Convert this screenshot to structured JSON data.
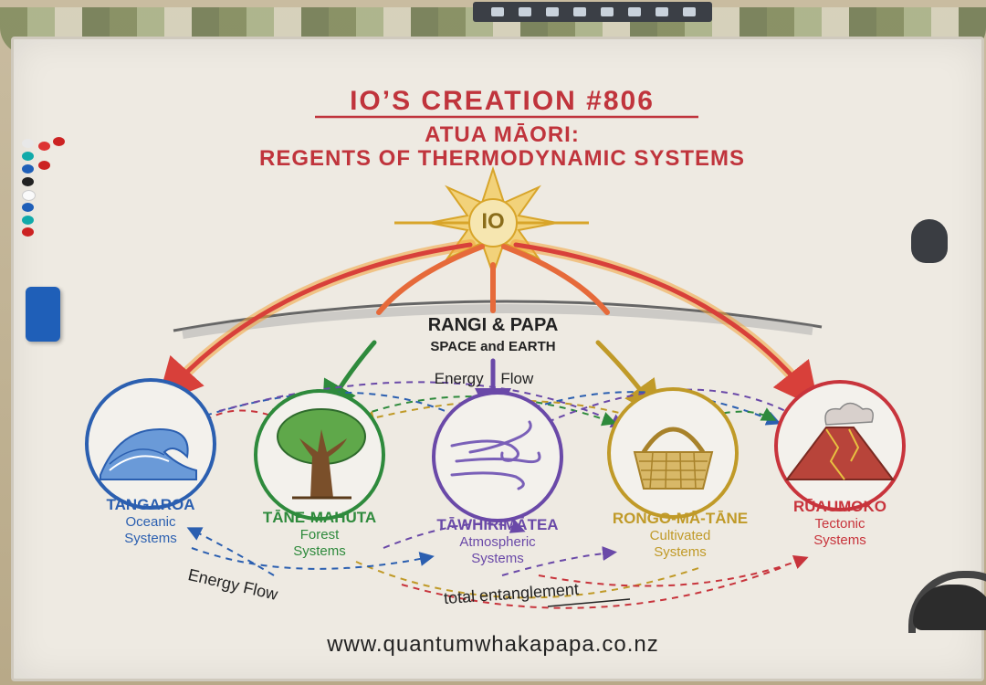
{
  "header": {
    "title": "IO’S CREATION #806",
    "subtitle_line1": "ATUA MĀORI:",
    "subtitle_line2": "REGENTS OF THERMODYNAMIC SYSTEMS"
  },
  "source": {
    "label": "IO"
  },
  "parents": {
    "name": "RANGI & PAPA",
    "description": "SPACE and EARTH"
  },
  "flow_labels": {
    "top": "Energy Flow",
    "bottom_left": "Energy Flow",
    "bottom_center": "total entanglement"
  },
  "nodes": [
    {
      "name": "TANGAROA",
      "line1": "Oceanic",
      "line2": "Systems",
      "icon": "wave-icon",
      "color": "#2b5fb0"
    },
    {
      "name": "TĀNE-MAHUTA",
      "line1": "Forest",
      "line2": "Systems",
      "icon": "tree-icon",
      "color": "#2e8a3c"
    },
    {
      "name": "TĀWHIRIMĀTEA",
      "line1": "Atmospheric",
      "line2": "Systems",
      "icon": "wind-icon",
      "color": "#6a49a8"
    },
    {
      "name": "RONGO-MĀ-TĀNE",
      "line1": "Cultivated",
      "line2": "Systems",
      "icon": "basket-icon",
      "color": "#c09a28"
    },
    {
      "name": "RŪAUMOKO",
      "line1": "Tectonic",
      "line2": "Systems",
      "icon": "volcano-icon",
      "color": "#c8343c"
    }
  ],
  "footer": {
    "url": "www.quantumwhakapapa.co.nz"
  },
  "colors": {
    "title": "#c0343c",
    "sun": "#e2b43a",
    "board": "#eeeae2"
  }
}
